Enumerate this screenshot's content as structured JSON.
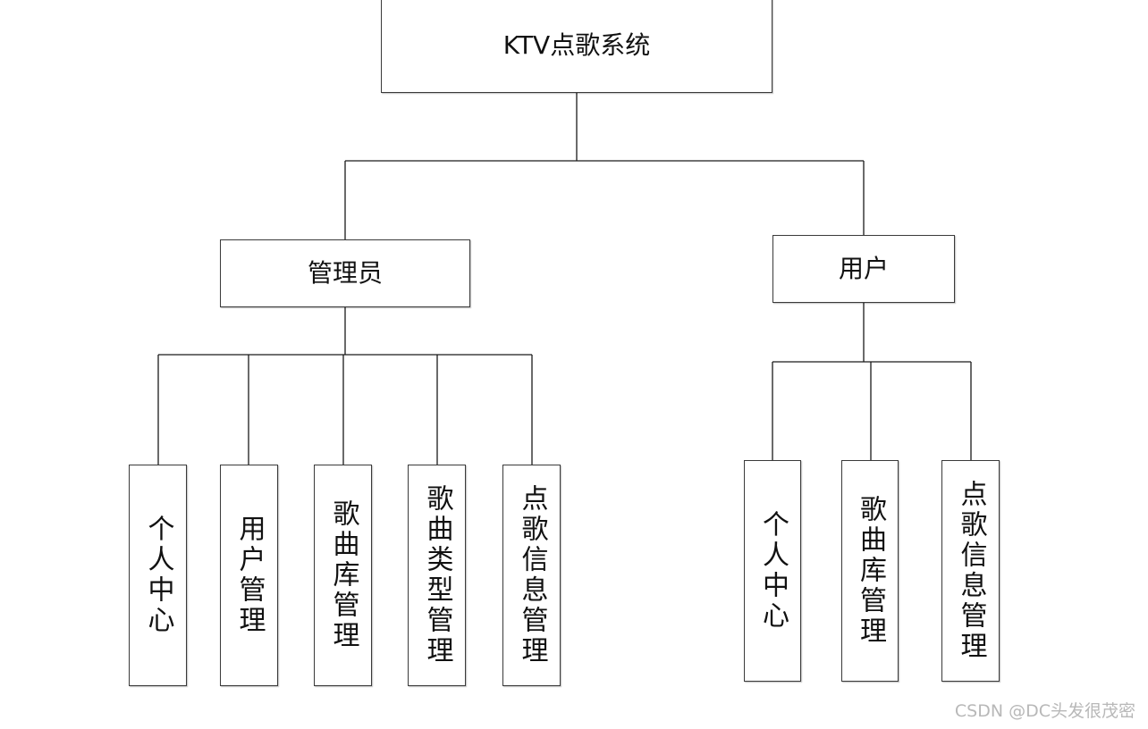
{
  "diagram": {
    "root": {
      "label": "KTV点歌系统"
    },
    "roles": [
      {
        "label": "管理员",
        "modules": [
          {
            "label": "个人中心"
          },
          {
            "label": "用户管理"
          },
          {
            "label": "歌曲库管理"
          },
          {
            "label": "歌曲类型管理"
          },
          {
            "label": "点歌信息管理"
          }
        ]
      },
      {
        "label": "用户",
        "modules": [
          {
            "label": "个人中心"
          },
          {
            "label": "歌曲库管理"
          },
          {
            "label": "点歌信息管理"
          }
        ]
      }
    ]
  },
  "watermark": "CSDN @DC头发很茂密",
  "colors": {
    "line": "#1a1a1a",
    "box_border": "#3a3a3a",
    "background": "#ffffff",
    "watermark": "#b8b8b8"
  }
}
